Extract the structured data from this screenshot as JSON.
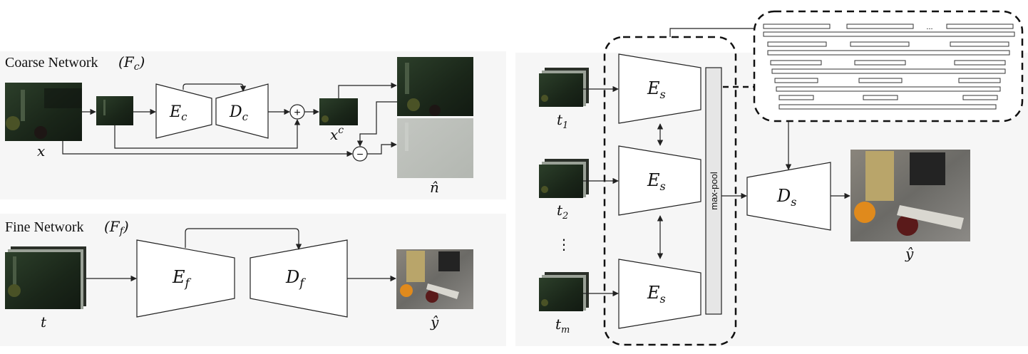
{
  "coarse": {
    "title": "Coarse Network",
    "title_symbol": "(F",
    "title_symbol_sub": "c",
    "title_symbol_close": ")",
    "input_label": "x",
    "encoder": "E",
    "encoder_sub": "c",
    "decoder": "D",
    "decoder_sub": "c",
    "output_label": "x",
    "output_sup": "c",
    "noise_label": "n̂",
    "add_symbol": "+",
    "sub_symbol": "−"
  },
  "fine": {
    "title": "Fine Network",
    "title_symbol": "(F",
    "title_symbol_sub": "f",
    "title_symbol_close": ")",
    "input_label": "t",
    "encoder": "E",
    "encoder_sub": "f",
    "decoder": "D",
    "decoder_sub": "f",
    "output_label": "ŷ"
  },
  "shared": {
    "encoder": "E",
    "encoder_sub": "s",
    "decoder": "D",
    "decoder_sub": "s",
    "pool_label": "max-pool",
    "inputs": [
      {
        "label": "t",
        "sub": "1"
      },
      {
        "label": "t",
        "sub": "2"
      },
      {
        "label": "t",
        "sub": "m"
      }
    ],
    "vdots": "⋮",
    "ellipsis": "...",
    "output_label": "ŷ"
  },
  "colors": {
    "panel_bg": "#f6f6f6",
    "dark_image": "#1e2b1d",
    "noise_image": "#b9bdb7",
    "bright_image": "#6a6862",
    "pool_fill": "#e6e6e6"
  }
}
